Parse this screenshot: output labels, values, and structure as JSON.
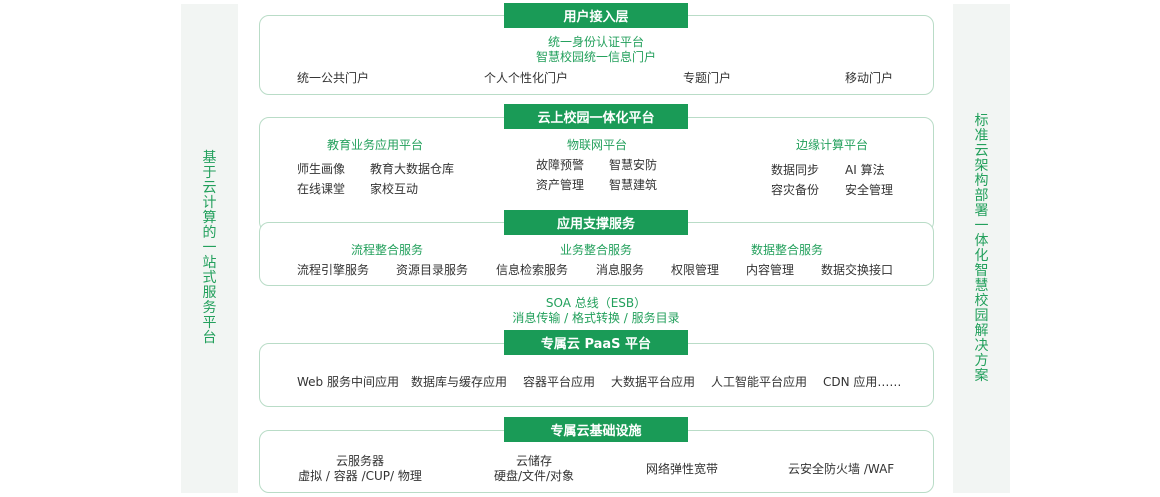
{
  "left_banner": "基于云计算的一站式服务平台",
  "right_banner": "标准云架构部署一体化智慧校园解决方案",
  "user_access": {
    "title": "用户接入层",
    "line1": "统一身份认证平台",
    "line2": "智慧校园统一信息门户",
    "items": [
      "统一公共门户",
      "个人个性化门户",
      "专题门户",
      "移动门户"
    ]
  },
  "cloud_campus": {
    "title": "云上校园一体化平台",
    "groups": [
      {
        "title": "教育业务应用平台",
        "items": [
          "师生画像",
          "教育大数据仓库",
          "在线课堂",
          "家校互动"
        ]
      },
      {
        "title": "物联网平台",
        "items": [
          "故障预警",
          "智慧安防",
          "资产管理",
          "智慧建筑"
        ]
      },
      {
        "title": "边缘计算平台",
        "items": [
          "数据同步",
          "AI 算法",
          "容灾备份",
          "安全管理"
        ]
      }
    ]
  },
  "app_support": {
    "title": "应用支撑服务",
    "groups": [
      "流程整合服务",
      "业务整合服务",
      "数据整合服务"
    ],
    "items": [
      "流程引擎服务",
      "资源目录服务",
      "信息检索服务",
      "消息服务",
      "权限管理",
      "内容管理",
      "数据交换接口"
    ]
  },
  "soa": {
    "line1": "SOA 总线（ESB）",
    "line2": "消息传输 / 格式转换 / 服务目录"
  },
  "paas": {
    "title": "专属云 PaaS 平台",
    "items": [
      "Web 服务中间应用",
      "数据库与缓存应用",
      "容器平台应用",
      "大数据平台应用",
      "人工智能平台应用",
      "CDN 应用……"
    ]
  },
  "infra": {
    "title": "专属云基础设施",
    "items": [
      {
        "name": "云服务器",
        "detail": "虚拟 / 容器 /CUP/ 物理"
      },
      {
        "name": "云储存",
        "detail": "硬盘/文件/对象"
      },
      {
        "name": "网络弹性宽带",
        "detail": ""
      },
      {
        "name": "云安全防火墙 /WAF",
        "detail": ""
      }
    ]
  }
}
